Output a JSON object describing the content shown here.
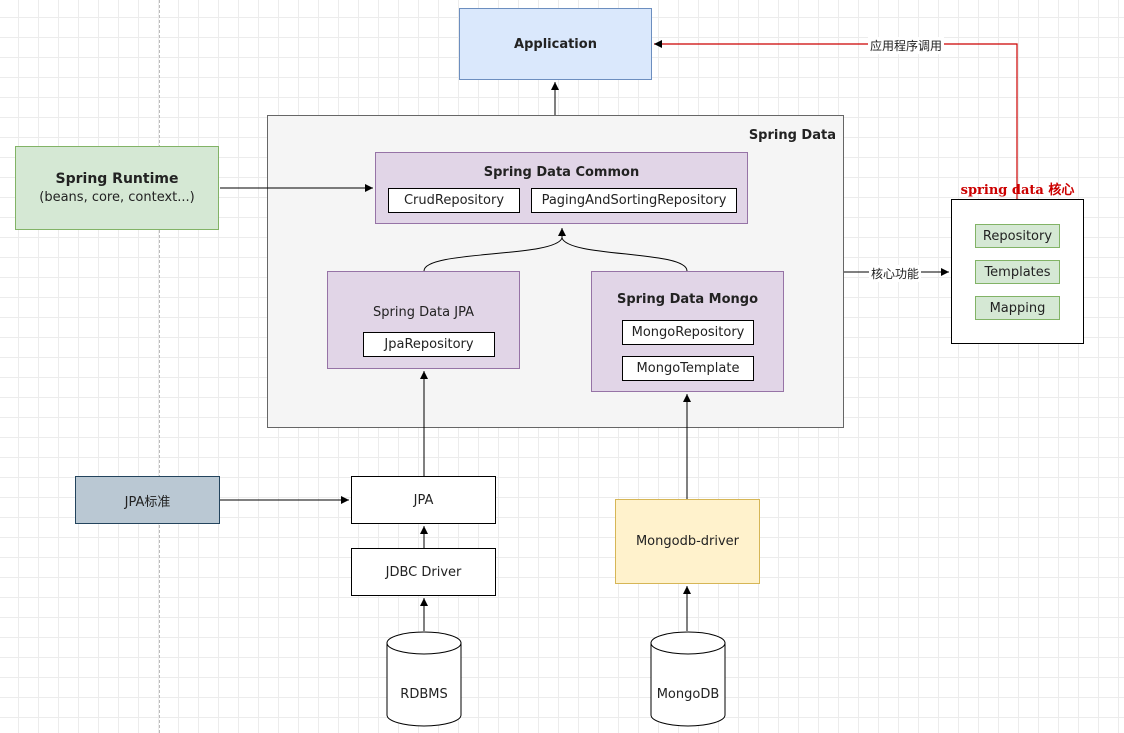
{
  "nodes": {
    "application": "Application",
    "spring_data": "Spring Data",
    "spring_runtime_title": "Spring Runtime",
    "spring_runtime_sub": "(beans, core, context...)",
    "spring_data_common": "Spring Data Common",
    "crud_repository": "CrudRepository",
    "paging_repository": "PagingAndSortingRepository",
    "spring_data_jpa": "Spring Data JPA",
    "jpa_repository": "JpaRepository",
    "spring_data_mongo": "Spring Data Mongo",
    "mongo_repository": "MongoRepository",
    "mongo_template": "MongoTemplate",
    "core_title": "spring data 核心",
    "core_items": [
      "Repository",
      "Templates",
      "Mapping"
    ],
    "jpa_standard": "JPA标准",
    "jpa": "JPA",
    "jdbc_driver": "JDBC Driver",
    "mongodb_driver": "Mongodb-driver",
    "rdbms": "RDBMS",
    "mongodb": "MongoDB"
  },
  "edge_labels": {
    "app_call": "应用程序调用",
    "core_function": "核心功能"
  },
  "colors": {
    "application_fill": "#dae8fc",
    "application_stroke": "#6c8ebf",
    "runtime_fill": "#d5e8d4",
    "runtime_stroke": "#82b366",
    "purple_fill": "#e1d5e7",
    "purple_stroke": "#9673a6",
    "container_fill": "#f5f5f5",
    "container_stroke": "#666666",
    "jpa_standard_fill": "#bac8d3",
    "jpa_standard_stroke": "#23445d",
    "driver_fill": "#fff2cc",
    "driver_stroke": "#d6b656",
    "core_title_color": "#cc0000",
    "edge_red": "#cc0000"
  }
}
